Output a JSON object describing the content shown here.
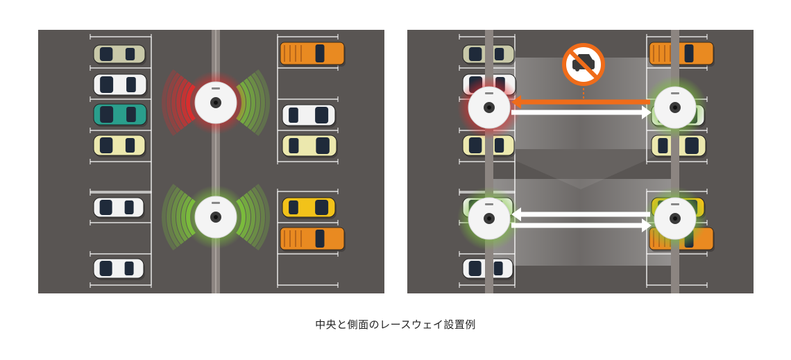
{
  "caption": "中央と側面のレースウェイ設置例",
  "colors": {
    "pavement": "#595553",
    "raceway": "#8c8581",
    "lines": "#ffffff",
    "red_occupied": "#e32b2b",
    "green_vacant": "#7dc43a",
    "orange_signal": "#ef6c1a",
    "car_silver": "#c8c8a8",
    "car_white": "#f2f2f2",
    "car_teal": "#2a9e8c",
    "car_cream": "#ece8ae",
    "car_orange": "#e98a21",
    "car_yellow": "#f2c21a"
  },
  "panels": [
    {
      "name": "center-raceway",
      "sensor_states": [
        "occupied",
        "vacant"
      ]
    },
    {
      "name": "side-raceway",
      "sensor_states": [
        "occupied",
        "vacant",
        "vacant",
        "vacant"
      ]
    }
  ],
  "icons": [
    "no-car-sign-icon",
    "sensor-dome-icon",
    "arrow-left-icon",
    "arrow-right-icon"
  ]
}
